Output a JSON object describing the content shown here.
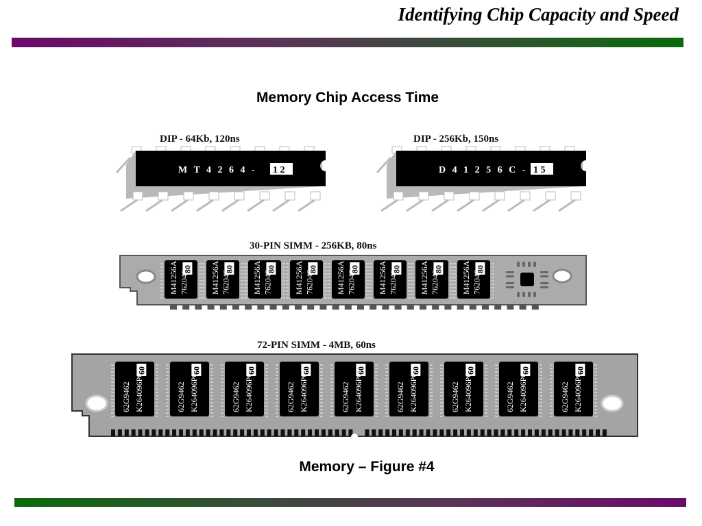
{
  "slide": {
    "title": "Identifying Chip Capacity and Speed",
    "subtitle": "Memory Chip Access Time",
    "caption": "Memory – Figure #4",
    "colors": {
      "purple": "#6a0a6a",
      "green": "#0a6a0a",
      "board": "#9a9c9e",
      "chip": "#000000"
    }
  },
  "figures": {
    "dip1": {
      "label": "DIP - 64Kb, 120ns",
      "part": "M T  4 2 6 4 -",
      "speed": "1 2"
    },
    "dip2": {
      "label": "DIP - 256Kb, 150ns",
      "part": "D 4 1 2 5 6 C -",
      "speed": "1 5"
    },
    "simm30": {
      "label": "30-PIN SIMM - 256KB, 80ns",
      "chip_line1": "M41256A",
      "chip_line2": "762046-",
      "speed": "80",
      "chip_count": 8
    },
    "simm72": {
      "label": "72-PIN SIMM - 4MB, 60ns",
      "chip_line1": "62G9462",
      "chip_line2": "K264096P0-",
      "speed": "60",
      "chip_count": 9
    }
  }
}
